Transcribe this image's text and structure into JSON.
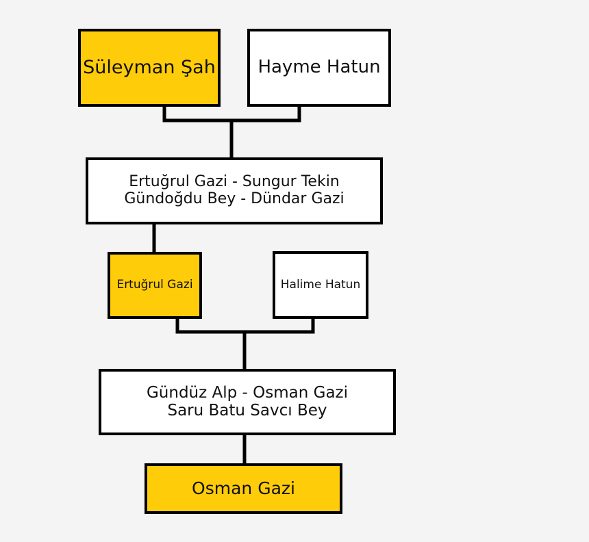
{
  "colors": {
    "highlight": "#ffcc0a",
    "box_bg": "#ffffff",
    "line": "#000000"
  },
  "nodes": {
    "suleyman": {
      "label": "Süleyman Şah"
    },
    "hayme": {
      "label": "Hayme Hatun"
    },
    "sons_1": {
      "line1": "Ertuğrul Gazi - Sungur Tekin",
      "line2": "Gündoğdu Bey - Dündar Gazi"
    },
    "ertugrul": {
      "label": "Ertuğrul Gazi"
    },
    "halime": {
      "label": "Halime Hatun"
    },
    "sons_2": {
      "line1": "Gündüz Alp - Osman Gazi",
      "line2": "Saru Batu Savcı Bey"
    },
    "osman": {
      "label": "Osman Gazi"
    }
  }
}
